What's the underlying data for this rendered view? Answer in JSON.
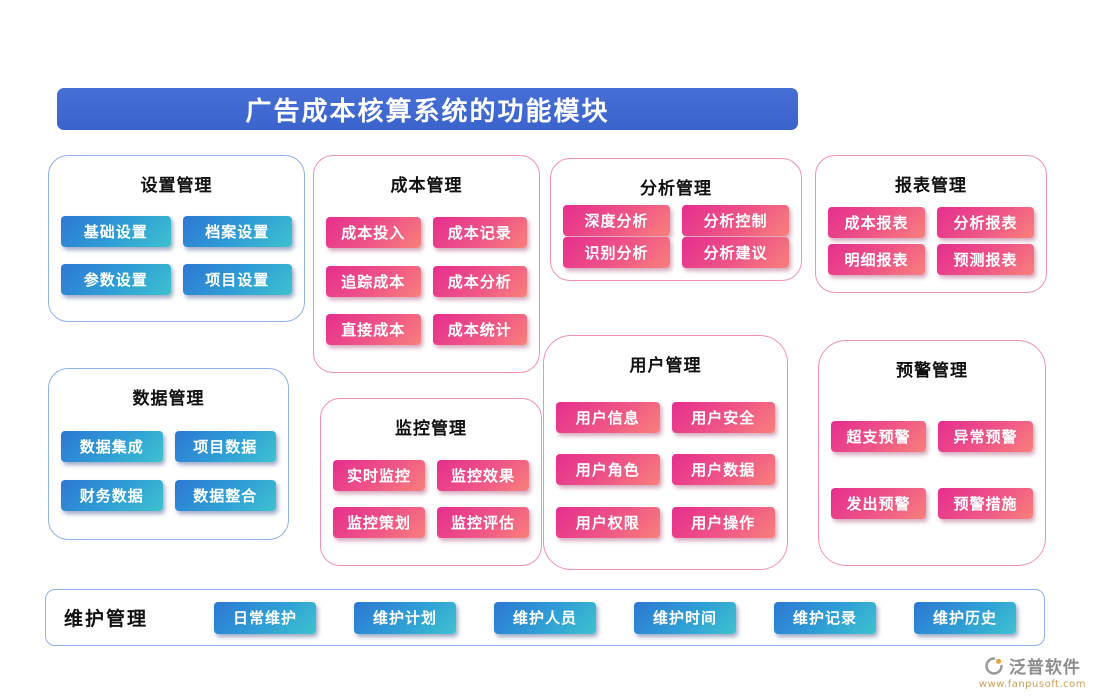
{
  "title": "广告成本核算系统的功能模块",
  "theme": {
    "banner_bg": "#3b63cc",
    "blue_card_border": "#8fb0e8",
    "pink_card_border": "#f290b4",
    "blue_button_gradient": [
      "#2e78d4",
      "#3ec2cf"
    ],
    "pink_button_gradient": [
      "#e62e8e",
      "#f9807b"
    ]
  },
  "modules": [
    {
      "id": "settings",
      "title": "设置管理",
      "color": "blue",
      "items": [
        "基础设置",
        "档案设置",
        "参数设置",
        "项目设置"
      ]
    },
    {
      "id": "cost",
      "title": "成本管理",
      "color": "pink",
      "items": [
        "成本投入",
        "成本记录",
        "追踪成本",
        "成本分析",
        "直接成本",
        "成本统计"
      ]
    },
    {
      "id": "analysis",
      "title": "分析管理",
      "color": "pink",
      "items": [
        "深度分析",
        "分析控制",
        "识别分析",
        "分析建议"
      ]
    },
    {
      "id": "report",
      "title": "报表管理",
      "color": "pink",
      "items": [
        "成本报表",
        "分析报表",
        "明细报表",
        "预测报表"
      ]
    },
    {
      "id": "data",
      "title": "数据管理",
      "color": "blue",
      "items": [
        "数据集成",
        "项目数据",
        "财务数据",
        "数据整合"
      ]
    },
    {
      "id": "monitor",
      "title": "监控管理",
      "color": "pink",
      "items": [
        "实时监控",
        "监控效果",
        "监控策划",
        "监控评估"
      ]
    },
    {
      "id": "user",
      "title": "用户管理",
      "color": "pink",
      "items": [
        "用户信息",
        "用户安全",
        "用户角色",
        "用户数据",
        "用户权限",
        "用户操作"
      ]
    },
    {
      "id": "warning",
      "title": "预警管理",
      "color": "pink",
      "items": [
        "超支预警",
        "异常预警",
        "发出预警",
        "预警措施"
      ]
    }
  ],
  "maintenance": {
    "title": "维护管理",
    "items": [
      "日常维护",
      "维护计划",
      "维护人员",
      "维护时间",
      "维护记录",
      "维护历史"
    ]
  },
  "footer": {
    "brand": "泛普软件",
    "url": "www.fanpusoft.com"
  }
}
